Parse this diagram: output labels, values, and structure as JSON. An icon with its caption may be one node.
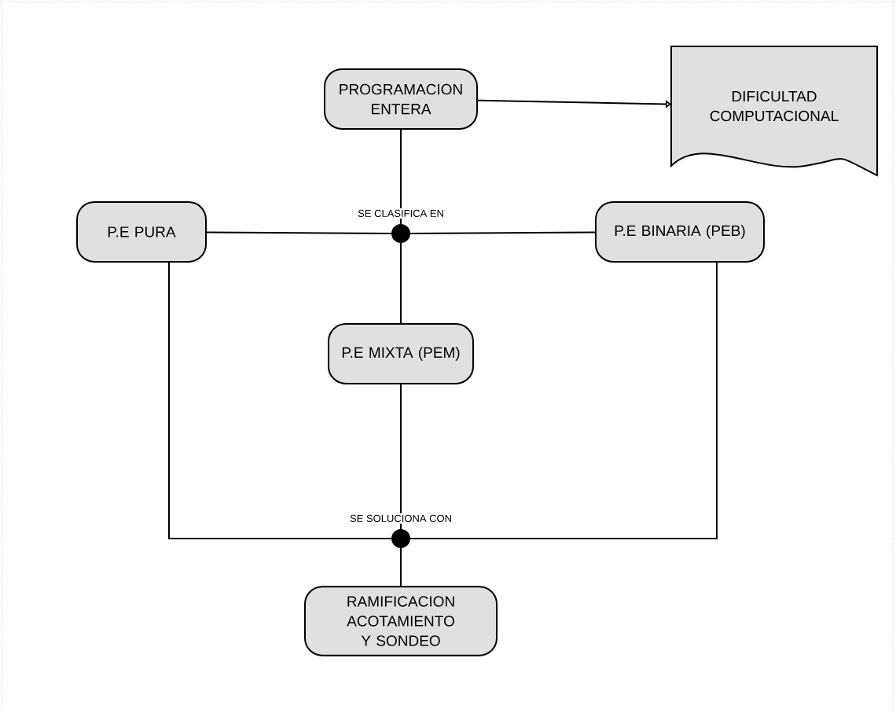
{
  "diagram": {
    "nodes": [
      {
        "text": [
          "PROGRAMACION ENTERA"
        ]
      },
      {
        "text": [
          "DIFICULTAD COMPUTACIONAL"
        ]
      },
      {
        "text": [
          "P.E PURA"
        ]
      },
      {
        "text": [],
        "shape": "circle",
        "beside": [
          "SE CLASIFICA EN"
        ]
      },
      {
        "text": [
          "P.E BINARIA (PEB)"
        ]
      },
      {
        "text": [
          "P.E MIXTA (PEM)"
        ]
      },
      {
        "text": [],
        "shape": "circle",
        "beside": [
          "SE SOLUCIONA CON"
        ]
      },
      {
        "text": [
          "RAMIFICACION ACOTAMIENTO Y SONDEO"
        ]
      }
    ],
    "edges": [
      {
        "from": 0,
        "to": 1,
        "arrow": "to"
      },
      {
        "from": 0,
        "to": 3,
        "arrow": "none"
      },
      {
        "from": 2,
        "to": 3,
        "arrow": "none"
      },
      {
        "from": 4,
        "to": 3,
        "arrow": "none"
      },
      {
        "from": 3,
        "to": 5,
        "arrow": "none"
      },
      {
        "from": 2,
        "to": 6,
        "arrow": "none"
      },
      {
        "from": 4,
        "to": 6,
        "arrow": "none"
      },
      {
        "from": 5,
        "to": 6,
        "arrow": "none"
      },
      {
        "from": 6,
        "to": 7,
        "arrow": "none"
      }
    ]
  }
}
